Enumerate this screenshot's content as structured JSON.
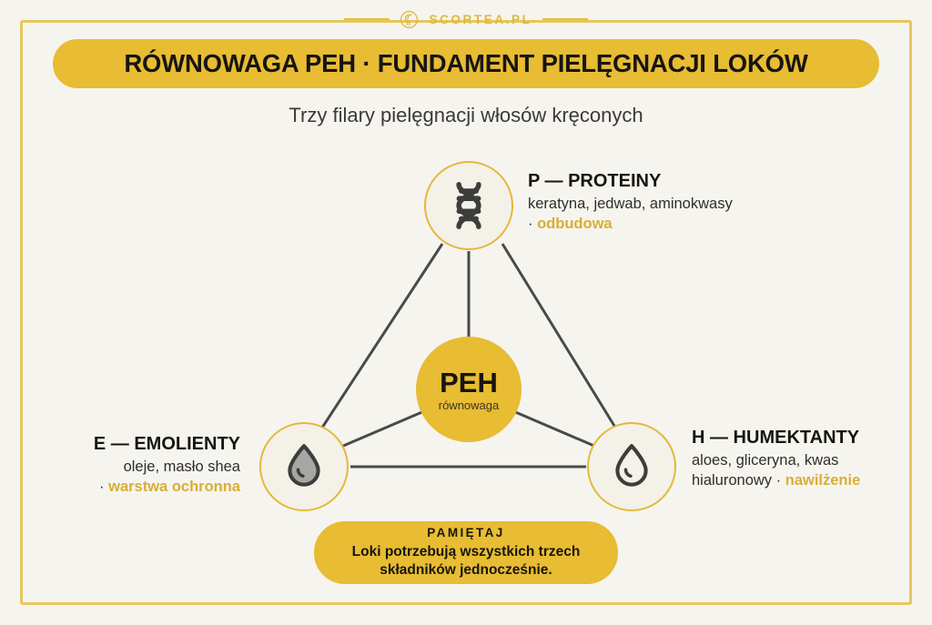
{
  "brand": {
    "name": "SCORTEA.PL",
    "logo_icon": "scortea-s-monogram-icon",
    "gold": "#ddb93a"
  },
  "header": {
    "title": "RÓWNOWAGA PEH · FUNDAMENT PIELĘGNACJI LOKÓW",
    "subtitle": "Trzy filary pielęgnacji włosów kręconych",
    "banner_color": "#e8bc33",
    "title_color": "#161512"
  },
  "diagram": {
    "center": {
      "title": "PEH",
      "subtitle": "równowaga",
      "fill": "#e8bc33"
    },
    "nodes": [
      {
        "id": "proteiny",
        "heading": "P — PROTEINY",
        "ingredients": "keratyna, jedwab, aminokwasy",
        "benefit_prefix": "·",
        "benefit": "odbudowa",
        "icon": "dna-helix-icon",
        "icon_style": "filled",
        "accent": "#d9ae35"
      },
      {
        "id": "emolienty",
        "heading": "E — EMOLIENTY",
        "ingredients": "oleje, masło shea",
        "benefit_prefix": "·",
        "benefit": "warstwa ochronna",
        "icon": "oil-droplet-filled-icon",
        "icon_style": "filled",
        "accent": "#d9ae35"
      },
      {
        "id": "humektanty",
        "heading": "H — HUMEKTANTY",
        "ingredients_line1": "aloes, gliceryna, kwas",
        "ingredients_line2": "hialuronowy",
        "benefit_prefix": "·",
        "benefit": "nawilżenie",
        "icon": "water-droplet-outline-icon",
        "icon_style": "outline",
        "accent": "#d9ae35"
      }
    ],
    "edge_color": "#4a4a48"
  },
  "footer": {
    "kicker": "PAMIĘTAJ",
    "line1": "Loki potrzebują wszystkich trzech",
    "line2": "składników jednocześnie.",
    "banner_color": "#e8bc33"
  }
}
